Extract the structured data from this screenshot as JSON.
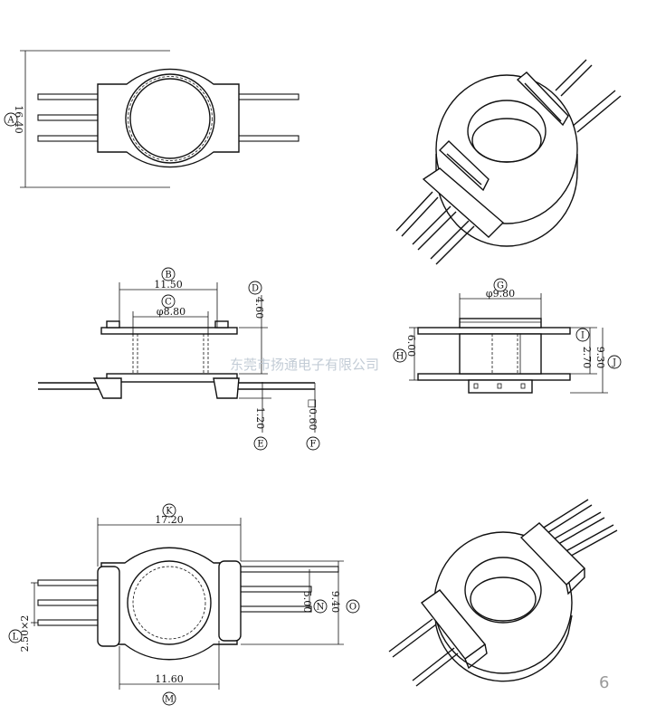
{
  "views": {
    "top_view": {
      "dims": [
        {
          "letter": "A",
          "value": "16.40"
        }
      ]
    },
    "front_section": {
      "dims": [
        {
          "letter": "B",
          "value": "11.50"
        },
        {
          "letter": "C",
          "value": "φ8.80"
        },
        {
          "letter": "D",
          "value": "4.60"
        },
        {
          "letter": "E",
          "value": "1.20"
        },
        {
          "letter": "F",
          "value": "□0.60"
        }
      ]
    },
    "side_section": {
      "dims": [
        {
          "letter": "G",
          "value": "φ9.80"
        },
        {
          "letter": "H",
          "value": "6.00"
        },
        {
          "letter": "I",
          "value": "2.70"
        },
        {
          "letter": "J",
          "value": "9.30"
        }
      ]
    },
    "bottom_view": {
      "dims": [
        {
          "letter": "K",
          "value": "17.20"
        },
        {
          "letter": "L",
          "value": "2.50×2"
        },
        {
          "letter": "M",
          "value": "11.60"
        },
        {
          "letter": "N",
          "value": "5.00"
        },
        {
          "letter": "O",
          "value": "9.40"
        }
      ]
    }
  },
  "watermark": "东莞市扬通电子有限公司",
  "page_number": "6"
}
